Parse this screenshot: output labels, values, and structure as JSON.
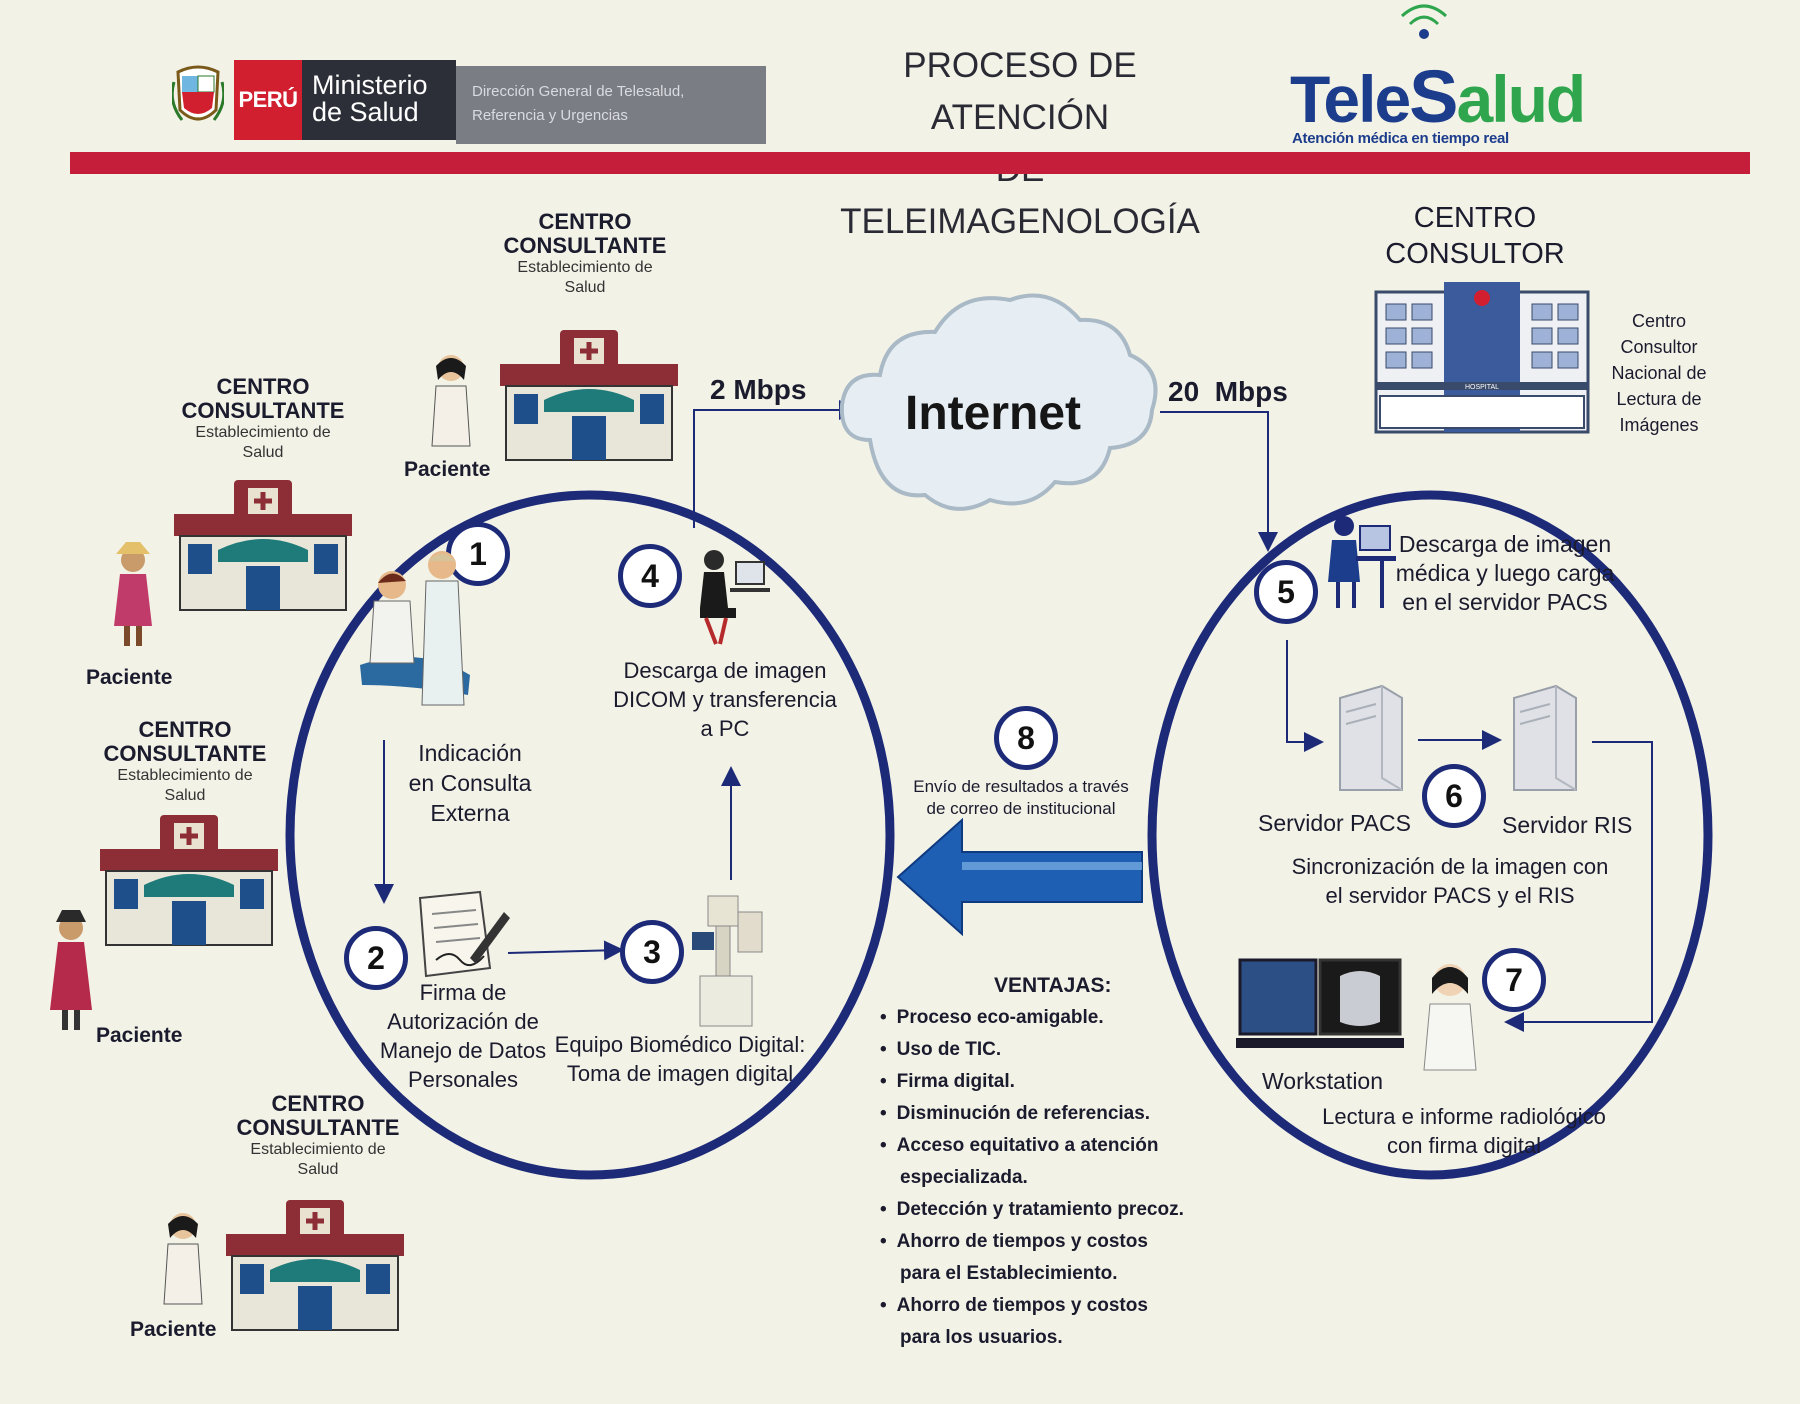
{
  "header": {
    "peru_label": "PERÚ",
    "ministry_line1": "Ministerio",
    "ministry_line2": "de Salud",
    "directorate_line1": "Dirección General de Telesalud,",
    "directorate_line2": "Referencia y Urgencias",
    "title_line1": "PROCESO DE ATENCIÓN",
    "title_line2": "DE TELEIMAGENOLOGÍA",
    "logo_tele": "Tele",
    "logo_s": "S",
    "logo_alud": "alud",
    "logo_tagline": "Atención médica en tiempo real"
  },
  "consultantes": [
    {
      "title_line1": "CENTRO",
      "title_line2": "CONSULTANTE",
      "sub_line1": "Establecimiento de",
      "sub_line2": "Salud",
      "patient": "Paciente"
    },
    {
      "title_line1": "CENTRO",
      "title_line2": "CONSULTANTE",
      "sub_line1": "Establecimiento de",
      "sub_line2": "Salud",
      "patient": "Paciente"
    },
    {
      "title_line1": "CENTRO",
      "title_line2": "CONSULTANTE",
      "sub_line1": "Establecimiento de",
      "sub_line2": "Salud",
      "patient": "Paciente"
    },
    {
      "title_line1": "CENTRO",
      "title_line2": "CONSULTANTE",
      "sub_line1": "Establecimiento de",
      "sub_line2": "Salud",
      "patient": "Paciente"
    }
  ],
  "consultor": {
    "title_line1": "CENTRO",
    "title_line2": "CONSULTOR",
    "hospital_sign": "HOSPITAL",
    "side_line1": "Centro",
    "side_line2": "Consultor",
    "side_line3": "Nacional de",
    "side_line4": "Lectura de",
    "side_line5": "Imágenes"
  },
  "network": {
    "internet": "Internet",
    "left_speed": "2 Mbps",
    "right_speed": "20  Mbps"
  },
  "steps": {
    "s1": {
      "num": "1",
      "line1": "Indicación",
      "line2": "en Consulta",
      "line3": "Externa"
    },
    "s2": {
      "num": "2",
      "line1": "Firma de",
      "line2": "Autorización de",
      "line3": "Manejo de Datos",
      "line4": "Personales"
    },
    "s3": {
      "num": "3",
      "line1": "Equipo Biomédico Digital:",
      "line2": "Toma de imagen digital"
    },
    "s4": {
      "num": "4",
      "line1": "Descarga de imagen",
      "line2": "DICOM y transferencia",
      "line3": "a PC"
    },
    "s5": {
      "num": "5",
      "line1": "Descarga de imagen",
      "line2": "médica y luego carga",
      "line3": "en el servidor PACS"
    },
    "s6": {
      "num": "6",
      "server_pacs": "Servidor PACS",
      "server_ris": "Servidor RIS",
      "line1": "Sincronización de la imagen con",
      "line2": "el servidor PACS y el RIS"
    },
    "s7": {
      "num": "7",
      "workstation": "Workstation",
      "line1": "Lectura e informe radiológico",
      "line2": "con firma digital"
    },
    "s8": {
      "num": "8",
      "line1": "Envío de resultados a través",
      "line2": "de correo de institucional"
    }
  },
  "ventajas": {
    "title": "VENTAJAS:",
    "items": [
      "Proceso eco-amigable.",
      "Uso de TIC.",
      "Firma digital.",
      "Disminución de referencias.",
      "Acceso equitativo a atención",
      "especializada.",
      "Detección y tratamiento precoz.",
      "Ahorro de tiempos y costos",
      "para el Establecimiento.",
      "Ahorro de tiempos y costos",
      "para los usuarios."
    ]
  },
  "colors": {
    "circle": "#1c2a78",
    "header_strip": "#c41e3a",
    "arrow_blue": "#1f5fb3",
    "logo_green": "#2fa64e"
  }
}
